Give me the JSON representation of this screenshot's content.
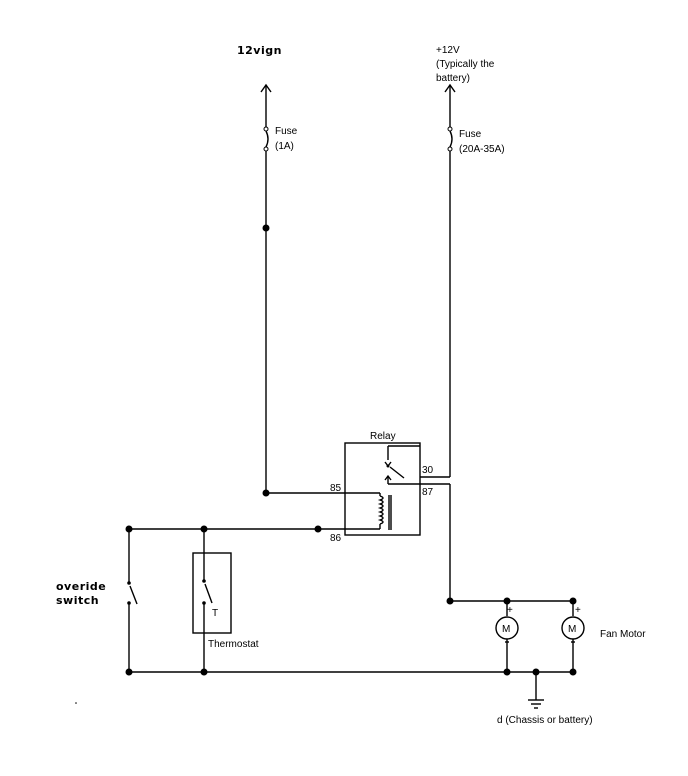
{
  "labels": {
    "ignition": "12vign",
    "battery_voltage": "+12V",
    "battery_note_line1": "(Typically the",
    "battery_note_line2": "battery)",
    "fuse1_label": "Fuse",
    "fuse1_rating": "(1A)",
    "fuse2_label": "Fuse",
    "fuse2_rating": "(20A-35A)",
    "relay": "Relay",
    "pin_30": "30",
    "pin_85": "85",
    "pin_87": "87",
    "pin_86": "86",
    "override_line1": "overide",
    "override_line2": "switch",
    "thermostat": "Thermostat",
    "thermostat_symbol": "T",
    "fan_motor": "Fan Motor",
    "motor_symbol": "M",
    "plus": "+",
    "ground": "d (Chassis or battery)"
  }
}
